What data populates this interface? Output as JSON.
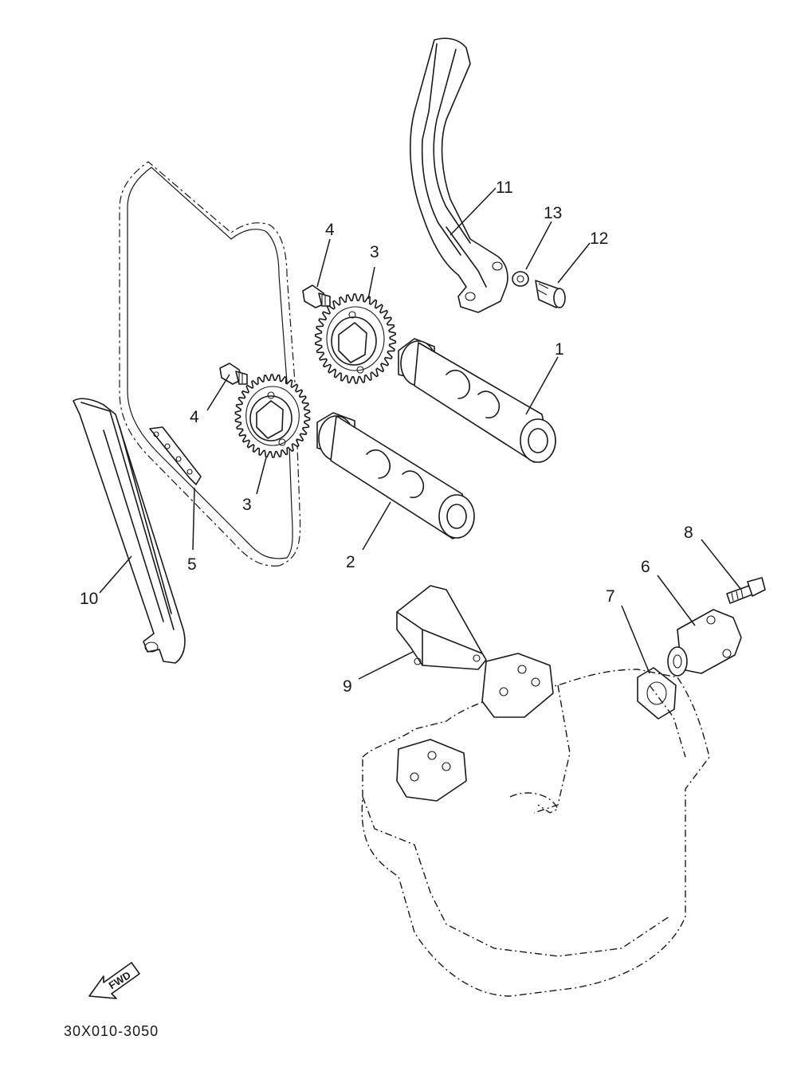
{
  "diagram": {
    "drawing_code": "30X010-3050",
    "fwd_label": "FWD",
    "callouts": {
      "c1": "1",
      "c2": "2",
      "c3a": "3",
      "c3b": "3",
      "c4a": "4",
      "c4b": "4",
      "c5": "5",
      "c6": "6",
      "c7": "7",
      "c8": "8",
      "c9": "9",
      "c10": "10",
      "c11": "11",
      "c12": "12",
      "c13": "13"
    }
  }
}
